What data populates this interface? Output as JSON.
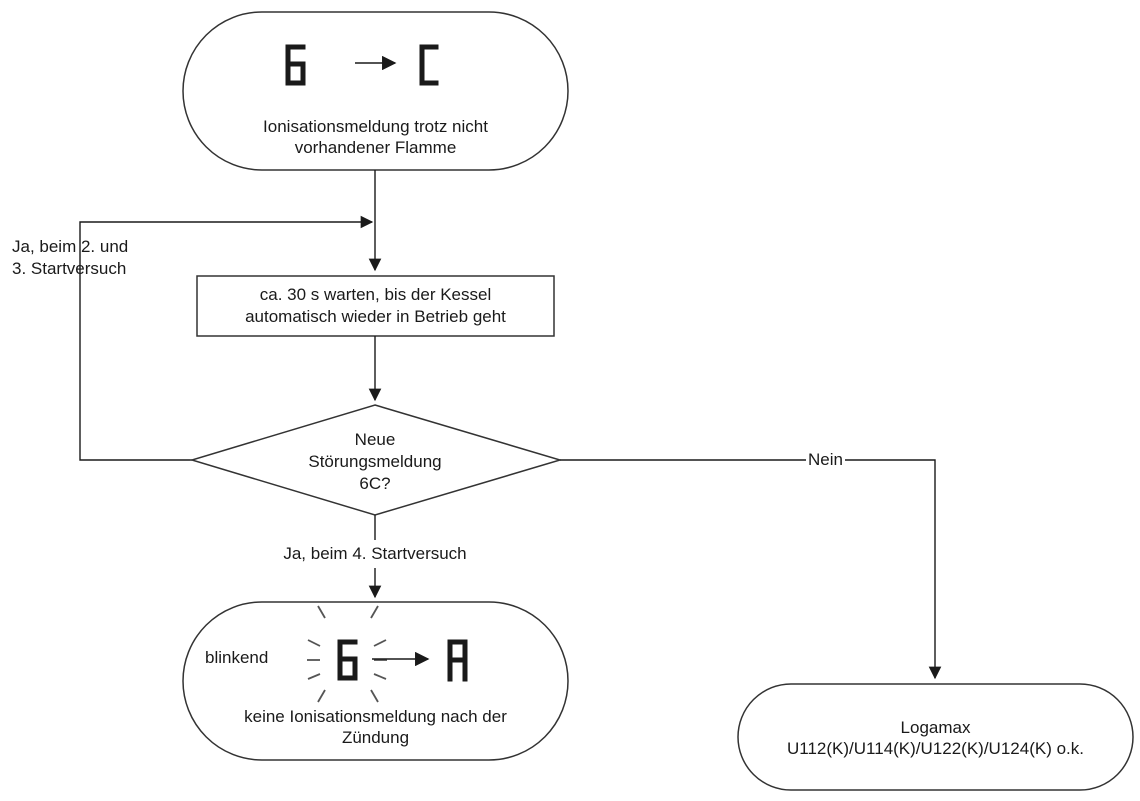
{
  "start": {
    "display_from": "6",
    "display_to": "C",
    "line1": "Ionisationsmeldung trotz nicht",
    "line2": "vorhandener Flamme"
  },
  "wait_step": {
    "line1": "ca. 30 s warten, bis der Kessel",
    "line2": "automatisch wieder in Betrieb geht"
  },
  "decision": {
    "line1": "Neue",
    "line2": "Störungsmeldung",
    "line3": "6C?"
  },
  "loop_label": {
    "line1": "Ja, beim 2. und",
    "line2": "3. Startversuch"
  },
  "no_label": "Nein",
  "yes4_label": "Ja, beim 4. Startversuch",
  "fault": {
    "blink_label": "blinkend",
    "display_from": "6",
    "display_to": "A",
    "line1": "keine Ionisationsmeldung nach der",
    "line2": "Zündung"
  },
  "ok": {
    "line1": "Logamax",
    "line2": "U112(K)/U114(K)/U122(K)/U124(K) o.k."
  }
}
